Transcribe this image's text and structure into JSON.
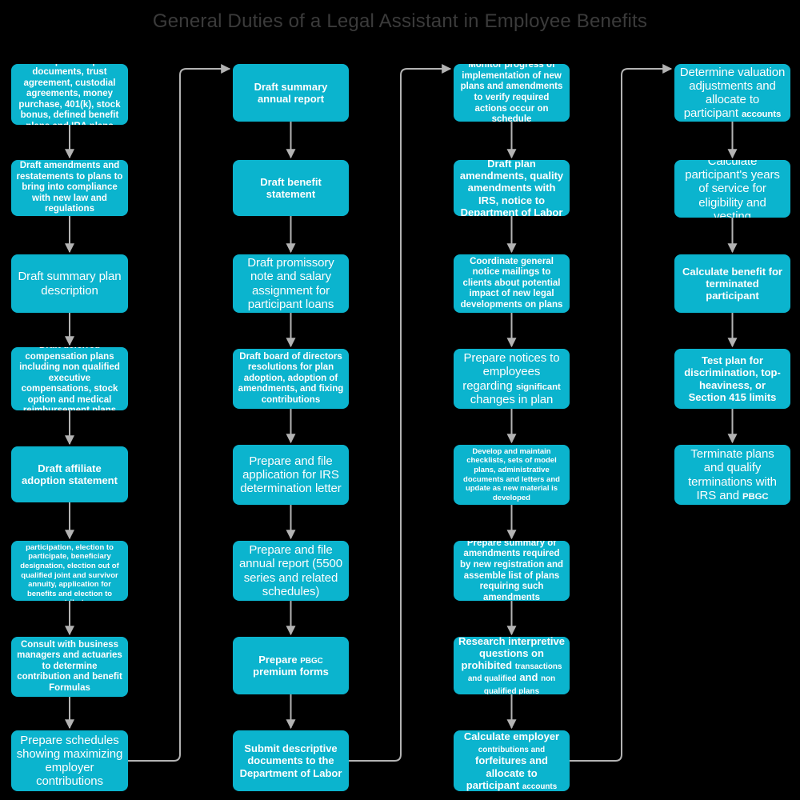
{
  "title": "General Duties of a Legal Assistant in Employee Benefits",
  "colors": {
    "background": "#000000",
    "node_fill": "#0bb4ce",
    "node_text": "#ffffff",
    "connector": "#b3b3b3",
    "title_text": "#3b3b3b"
  },
  "columns": [
    {
      "name": "column-1",
      "nodes": [
        {
          "id": "c1n1",
          "text": "Draft qualified plan documents, trust agreement, custodial agreements, money purchase, 401(k), stock bonus, defined benefit plans and IRA plans",
          "size": "s"
        },
        {
          "id": "c1n2",
          "text": "Draft amendments and restatements to plans to bring into compliance with new law and regulations",
          "size": "s"
        },
        {
          "id": "c1n3",
          "text": "Draft summary plan description",
          "size": "l"
        },
        {
          "id": "c1n4",
          "text": "Draft deferred compensation plans including non qualified executive compensations, stock option and medical reimbursement plans",
          "size": "s"
        },
        {
          "id": "c1n5",
          "text": "Draft affiliate adoption statement",
          "size": "m"
        },
        {
          "id": "c1n6",
          "text": "Draft notification of participation, election to participate, beneficiary designation, election out of qualified joint and survivor annuity, application for benefits and election to contribute",
          "size": "xs"
        },
        {
          "id": "c1n7",
          "text": "Consult with business managers and actuaries to determine contribution and benefit Formulas",
          "size": "s"
        },
        {
          "id": "c1n8",
          "text": "Prepare schedules showing maximizing employer contributions",
          "size": "l"
        }
      ]
    },
    {
      "name": "column-2",
      "nodes": [
        {
          "id": "c2n1",
          "text": "Draft summary annual report",
          "size": "m"
        },
        {
          "id": "c2n2",
          "text": "Draft benefit statement",
          "size": "m"
        },
        {
          "id": "c2n3",
          "text": "Draft promissory note and salary assignment for participant loans",
          "size": "l"
        },
        {
          "id": "c2n4",
          "text": "Draft board of directors resolutions for plan adoption, adoption of amendments, and fixing contributions",
          "size": "s"
        },
        {
          "id": "c2n5",
          "text": "Prepare and file application for IRS determination letter",
          "size": "l"
        },
        {
          "id": "c2n6",
          "text": "Prepare and file annual report (5500 series and related schedules)",
          "size": "l"
        },
        {
          "id": "c2n7",
          "text": "Prepare PBGC premium forms",
          "size": "m"
        },
        {
          "id": "c2n8",
          "text": "Submit descriptive documents to the Department of Labor",
          "size": "m"
        }
      ]
    },
    {
      "name": "column-3",
      "nodes": [
        {
          "id": "c3n1",
          "text": "Monitor progress of implementation of new plans and amendments to verify required actions occur on schedule",
          "size": "s"
        },
        {
          "id": "c3n2",
          "text": "Draft plan amendments, quality amendments with IRS, notice to Department of Labor",
          "size": "m"
        },
        {
          "id": "c3n3",
          "text": "Coordinate general notice mailings to clients about potential impact of new legal developments on plans",
          "size": "s"
        },
        {
          "id": "c3n4",
          "text": "Prepare notices to employees regarding significant changes in plan",
          "size": "l"
        },
        {
          "id": "c3n5",
          "text": "Develop and maintain checklists, sets of model plans, administrative documents and letters and update as new material is developed",
          "size": "xs"
        },
        {
          "id": "c3n6",
          "text": "Prepare summary of amendments required by new registration and assemble list of plans requiring such amendments",
          "size": "s"
        },
        {
          "id": "c3n7",
          "text": "Research interpretive questions on prohibited transactions and qualified and non qualified plans",
          "size": "m"
        },
        {
          "id": "c3n8",
          "text": "Calculate employer contributions and forfeitures and allocate to participant accounts",
          "size": "m"
        }
      ]
    },
    {
      "name": "column-4",
      "nodes": [
        {
          "id": "c4n1",
          "text": "Determine valuation adjustments and allocate to participant accounts",
          "size": "l"
        },
        {
          "id": "c4n2",
          "text": "Calculate participant's years of service for eligibility and vesting",
          "size": "l"
        },
        {
          "id": "c4n3",
          "text": "Calculate benefit for terminated participant",
          "size": "m"
        },
        {
          "id": "c4n4",
          "text": "Test plan for discrimination, top-heaviness, or Section 415 limits",
          "size": "m"
        },
        {
          "id": "c4n5",
          "text": "Terminate plans and qualify terminations with IRS and PBGC",
          "size": "l"
        }
      ]
    }
  ],
  "connectors": {
    "within_column": "vertical-arrow-down",
    "between_columns": [
      {
        "from": "c1n8",
        "to": "c2n1"
      },
      {
        "from": "c2n8",
        "to": "c3n1"
      },
      {
        "from": "c3n8",
        "to": "c4n1"
      }
    ]
  }
}
